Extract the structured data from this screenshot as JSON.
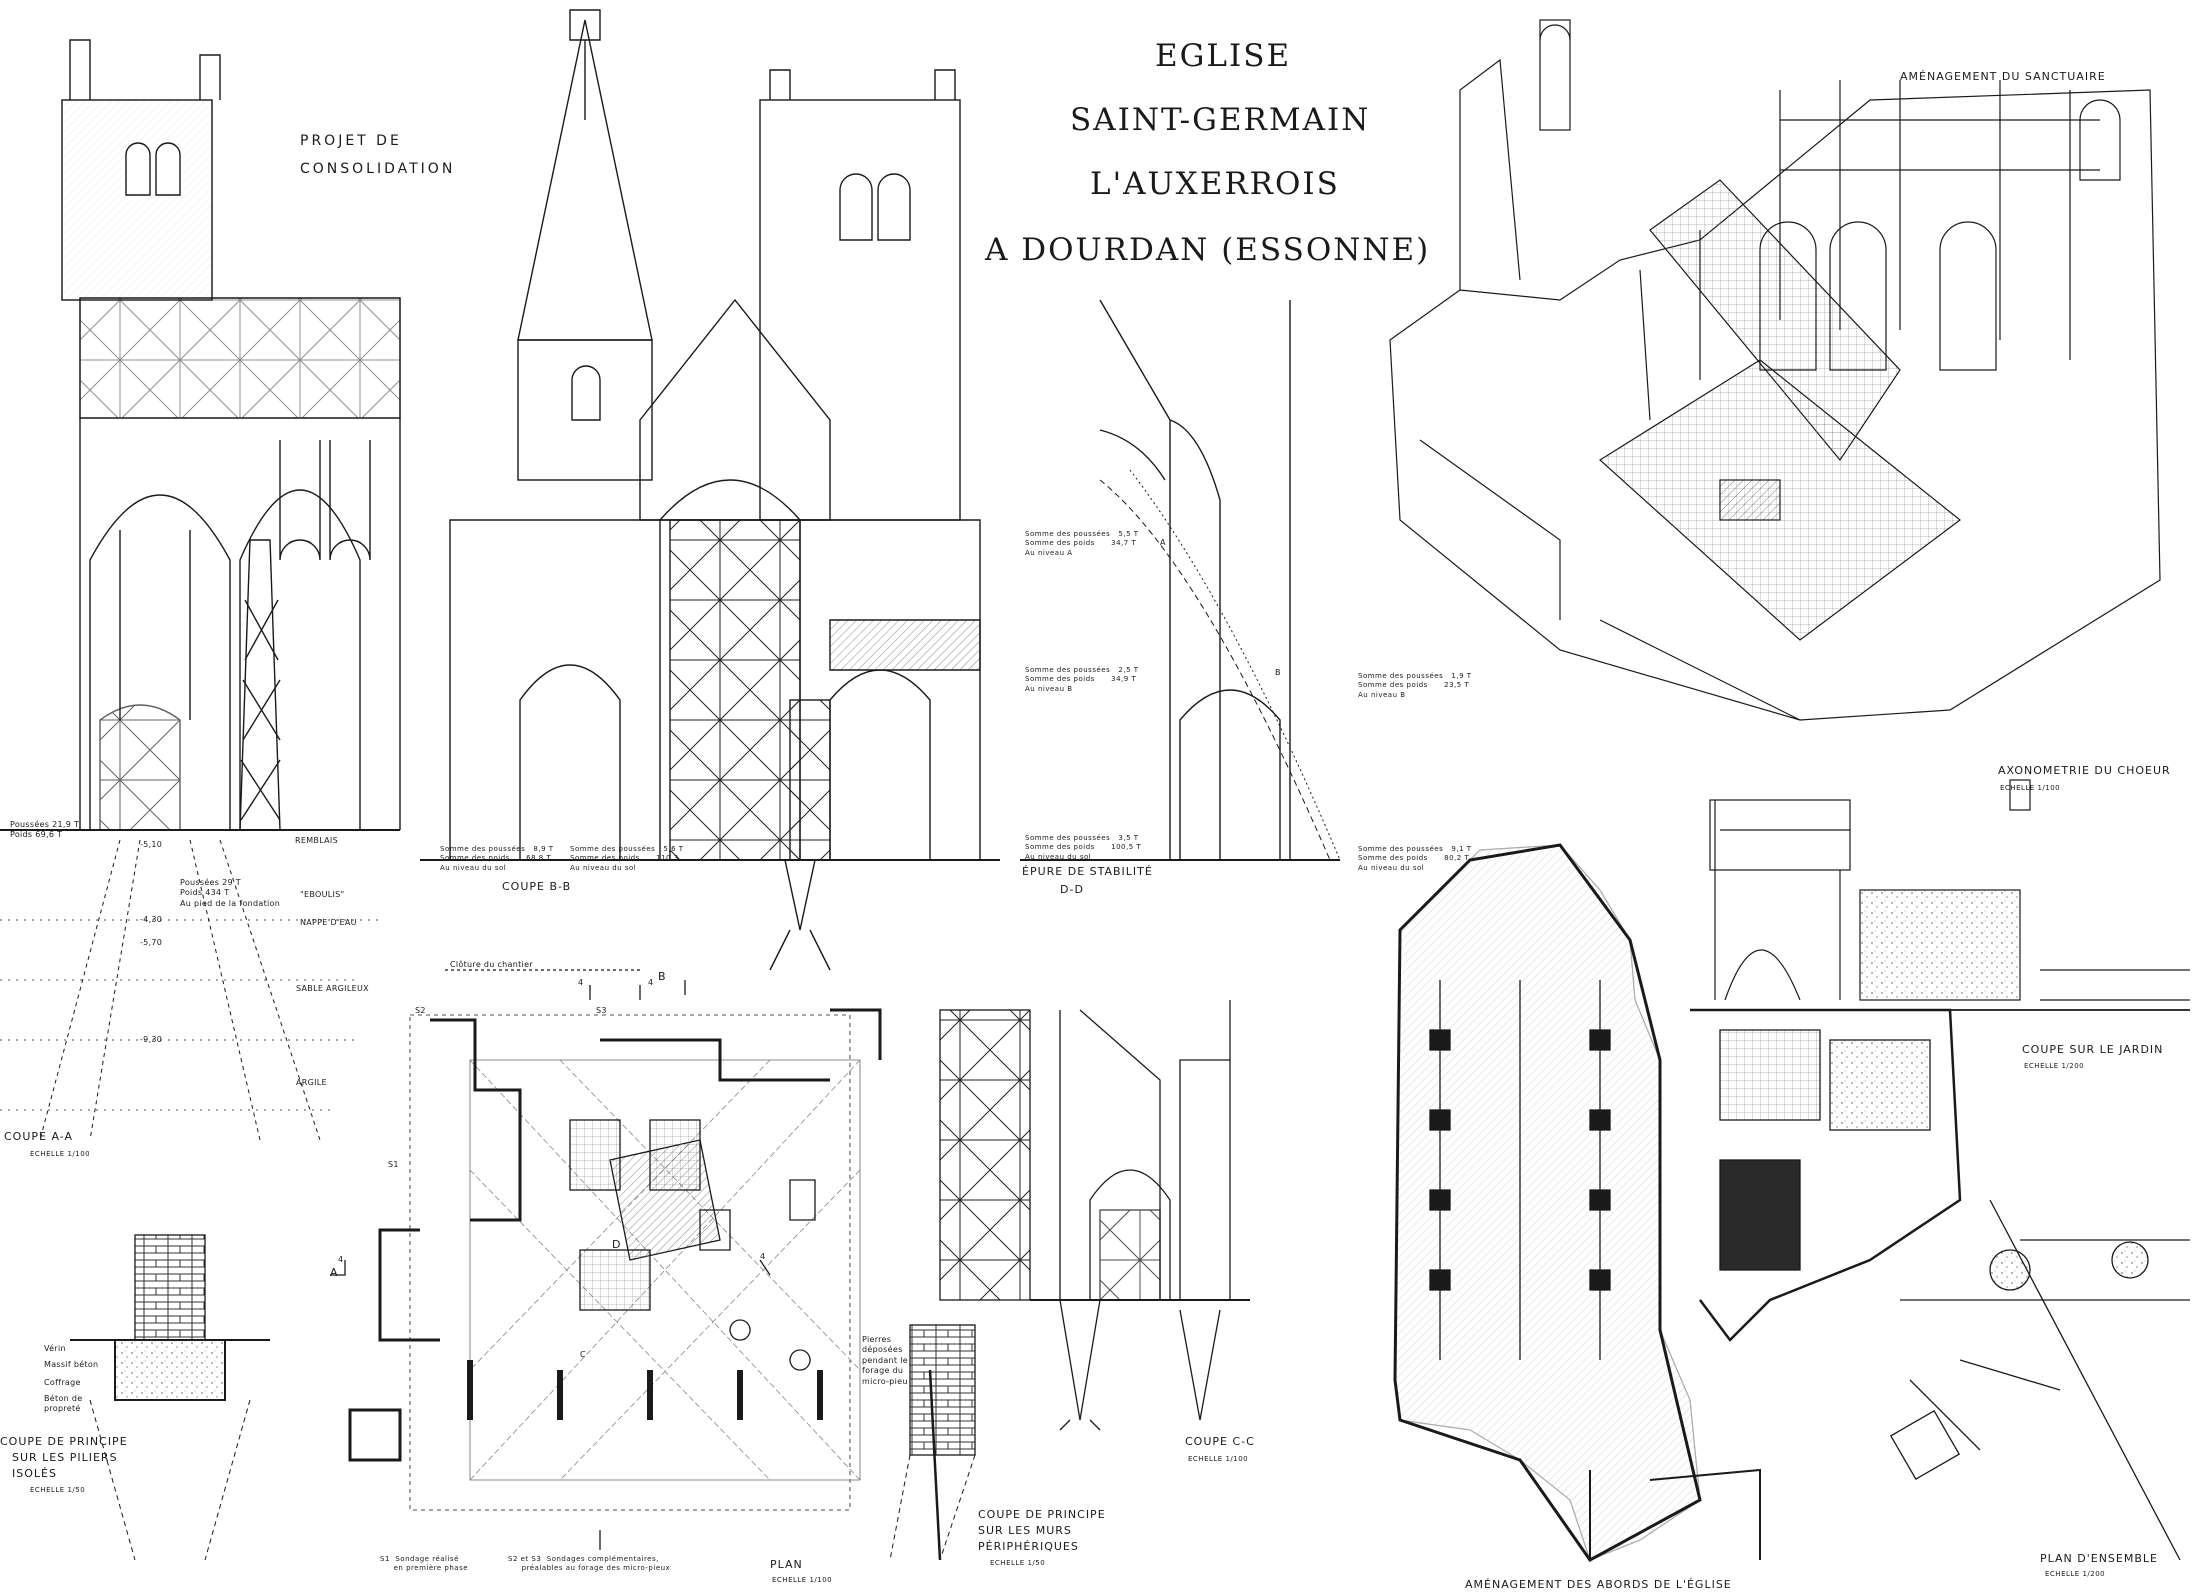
{
  "title": {
    "line1": "EGLISE",
    "line2": "SAINT-GERMAIN",
    "line3": "L'AUXERROIS",
    "line4": "A   DOURDAN   (ESSONNE)"
  },
  "projet": {
    "line1": "PROJET  DE",
    "line2": "CONSOLIDATION"
  },
  "views": {
    "coupe_aa": {
      "label": "COUPE A-A",
      "scale": "ECHELLE 1/100"
    },
    "coupe_bb": {
      "label": "COUPE B-B"
    },
    "epure": {
      "line1": "ÉPURE DE STABILITÉ",
      "line2": "D-D"
    },
    "plan": {
      "label": "PLAN",
      "scale": "ECHELLE 1/100"
    },
    "coupe_cc": {
      "label": "COUPE C-C",
      "scale": "ECHELLE 1/100"
    },
    "coupe_piliers": {
      "line1": "COUPE DE PRINCIPE",
      "line2": "SUR LES PILIERS",
      "line3": "ISOLÉS",
      "scale": "ECHELLE 1/50"
    },
    "coupe_murs": {
      "line1": "COUPE DE PRINCIPE",
      "line2": "SUR LES MURS",
      "line3": "PÉRIPHÉRIQUES",
      "scale": "ECHELLE 1/50"
    },
    "amenagement_sanctuaire": {
      "label": "AMÉNAGEMENT  DU  SANCTUAIRE"
    },
    "axonometrie": {
      "label": "AXONOMETRIE DU CHOEUR",
      "scale": "ECHELLE 1/100"
    },
    "coupe_jardin": {
      "label": "COUPE SUR LE JARDIN",
      "scale": "ECHELLE 1/200"
    },
    "plan_ensemble": {
      "label": "PLAN  D'ENSEMBLE",
      "scale": "ECHELLE 1/200"
    },
    "amenagement_abords": {
      "label": "AMÉNAGEMENT    DES    ABORDS    DE    L'ÉGLISE"
    }
  },
  "annotations": {
    "coupe_aa": {
      "poussees": "Poussées 21,9 T",
      "poids": "Poids 69,6 T",
      "remblais": "REMBLAIS",
      "eboulis": "\"EBOULIS\"",
      "nappe": "NAPPE D'EAU",
      "sable": "SABLE ARGILEUX",
      "argile": "ARGILE",
      "fondation": "Poussées 29 T\nPoids 434 T\nAu pied de la fondation",
      "cote1": "-5,10",
      "cote2": "-4,30",
      "cote3": "-5,70",
      "cote4": "-9,30"
    },
    "coupe_bb": {
      "left": "Somme des poussées   8,9 T\nSomme des poids      68,8 T\nAu niveau du sol",
      "right": "Somme des poussées   5,6 T\nSomme des poids      110,3\nAu niveau du sol"
    },
    "epure": {
      "a": "Somme des poussées   5,5 T\nSomme des poids      34,7 T\nAu niveau A",
      "b": "Somme des poussées   2,5 T\nSomme des poids      34,9 T\nAu niveau B",
      "sol": "Somme des poussées   3,5 T\nSomme des poids      100,5 T\nAu niveau du sol",
      "rb": "Somme des poussées   1,9 T\nSomme des poids      23,5 T\nAu niveau B",
      "rsol": "Somme des poussées   9,1 T\nSomme des poids      80,2 T\nAu niveau du sol",
      "A": "A",
      "B": "B"
    },
    "piliers": {
      "vérin": "Vérin",
      "massif": "Massif béton",
      "coffrage": "Coffrage",
      "beton": "Béton de\npropreté"
    },
    "murs": {
      "pierres": "Pierres\ndéposées\npendant le\nforage du\nmicro-pieu"
    },
    "plan": {
      "cloture": "Clôture  du  chantier",
      "s1": "S1",
      "s2": "S2",
      "s3": "S3",
      "a": "A",
      "b": "B",
      "d": "D",
      "c": "C",
      "n4a": "4",
      "n4b": "4",
      "n4c": "4",
      "n4d": "4",
      "note1": "S1  Sondage réalisé\n     en première phase",
      "note2": "S2 et S3  Sondages complémentaires,\n     préalables au forage des micro-pieux"
    }
  },
  "colors": {
    "ink": "#1a1a1a",
    "paper": "#ffffff",
    "hatch": "#6a6a6a",
    "shade": "#3a3a3a"
  }
}
